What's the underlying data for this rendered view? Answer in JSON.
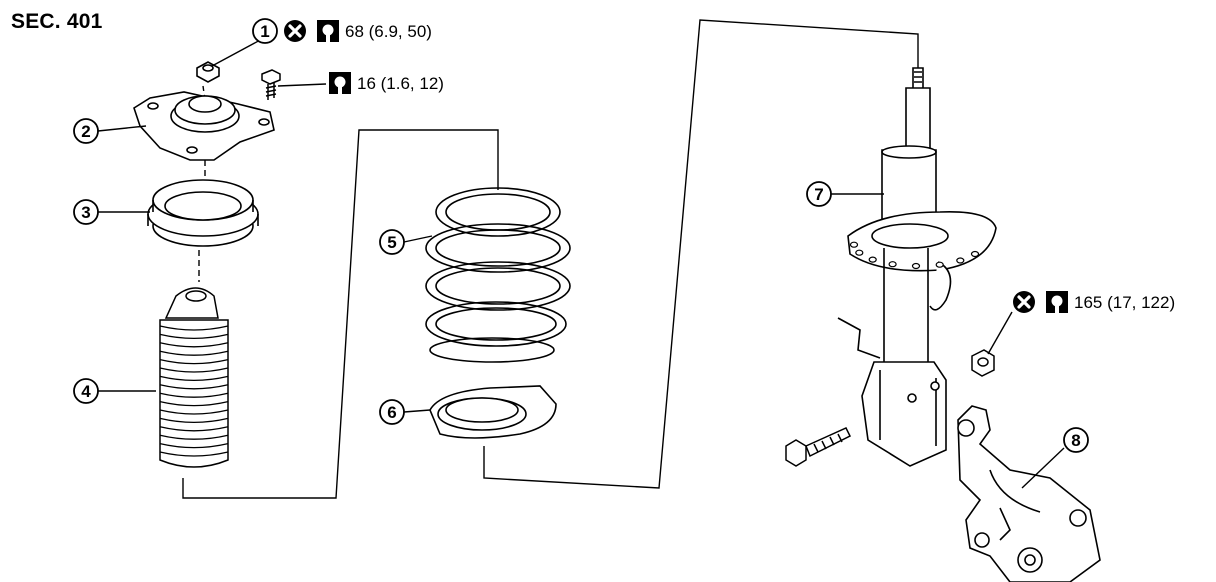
{
  "header": {
    "section_label": "SEC. 401"
  },
  "callouts": [
    {
      "id": "1",
      "torque": "68 (6.9, 50)",
      "replace_always": true
    },
    {
      "id": "2"
    },
    {
      "id": "3"
    },
    {
      "id": "4"
    },
    {
      "id": "5"
    },
    {
      "id": "6"
    },
    {
      "id": "7"
    },
    {
      "id": "8"
    }
  ],
  "torque_specs": {
    "mount_bolt": "16 (1.6, 12)",
    "knuckle_nut": "165 (17, 122)"
  },
  "icons": {
    "replace": "x-circle-icon",
    "torque": "torque-wrench-icon"
  },
  "colors": {
    "line": "#000000",
    "background": "#ffffff"
  }
}
